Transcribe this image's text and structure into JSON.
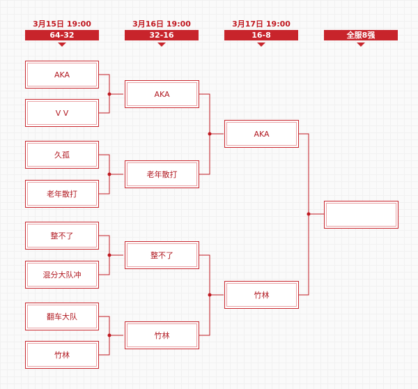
{
  "rounds": [
    {
      "date": "3月15日  19:00",
      "label": "64-32"
    },
    {
      "date": "3月16日  19:00",
      "label": "32-16"
    },
    {
      "date": "3月17日  19:00",
      "label": "16-8"
    },
    {
      "date": "",
      "label": "全服8强"
    }
  ],
  "round1": [
    "AKA",
    "V V",
    "久孤",
    "老年散打",
    "整不了",
    "混分大队冲",
    "翻车大队",
    "竹林"
  ],
  "round2": [
    "AKA",
    "老年散打",
    "整不了",
    "竹林"
  ],
  "round3": [
    "AKA",
    "竹林"
  ],
  "final": [
    ""
  ],
  "colors": {
    "accent": "#c8242b",
    "line": "#c01820"
  }
}
